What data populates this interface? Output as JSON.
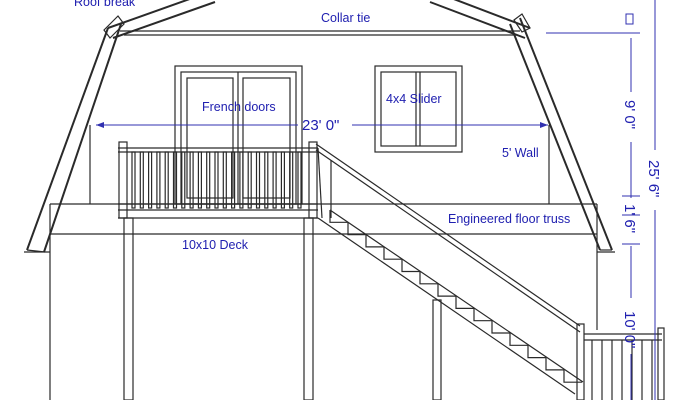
{
  "labels": {
    "roof_break": "Roof break",
    "collar_tie": "Collar tie",
    "french_doors": "French doors",
    "slider": "4x4 Slider",
    "width_dim": "23' 0\"",
    "wall": "5' Wall",
    "dim_9": "9' 0\"",
    "dim_total": "25' 6\"",
    "dim_18": "1' 6\"",
    "dim_10": "10' 0\"",
    "floor_truss": "Engineered floor truss",
    "deck": "10x10 Deck"
  },
  "colors": {
    "line": "#2a2a2a",
    "annotation": "#2020b0"
  }
}
